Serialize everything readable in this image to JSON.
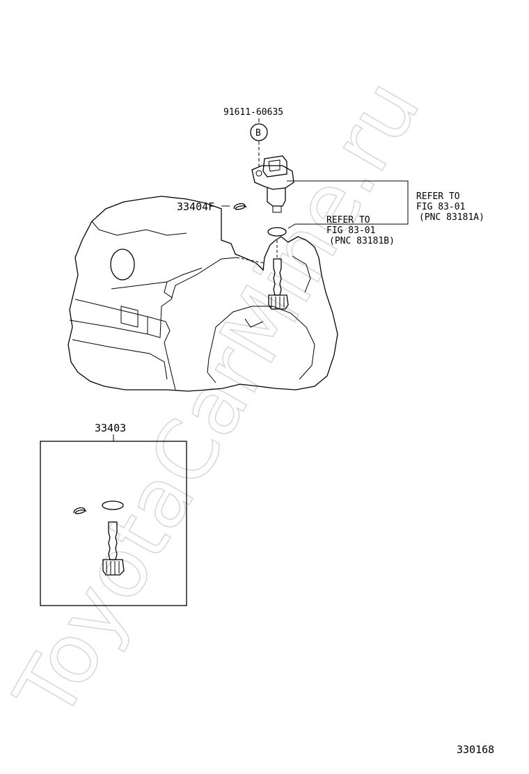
{
  "watermark": "ToyotaCarMine.ru",
  "figure_code": "330168",
  "callouts": {
    "sensor_part": "91611-60635",
    "bolt_mark": "B",
    "clip_part": "33404F",
    "kit_part": "33403",
    "ref_a": {
      "line1": "REFER TO",
      "line2": "FIG 83-01",
      "line3": "(PNC 83181A)"
    },
    "ref_b": {
      "line1": "REFER TO",
      "line2": "FIG 83-01",
      "line3": "(PNC 83181B)"
    }
  },
  "colors": {
    "ink": "#000000",
    "watermark": "#d4d4d4",
    "background": "#ffffff"
  }
}
